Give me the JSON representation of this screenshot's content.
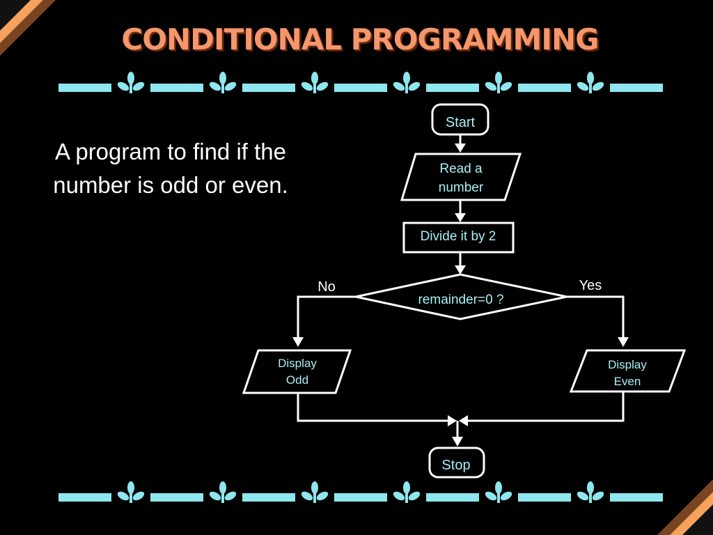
{
  "slide": {
    "title": "CONDITIONAL PROGRAMMING",
    "description": "A program to find if the number is odd or even."
  },
  "flowchart": {
    "start": "Start",
    "input": "Read a number",
    "process": "Divide it by 2",
    "decision": "remainder=0 ?",
    "branch_no": "No",
    "branch_yes": "Yes",
    "output_no": "Display Odd",
    "output_yes": "Display Even",
    "stop": "Stop"
  },
  "colors": {
    "title": "#f5966b",
    "border_ornament": "#8ee6ee",
    "flowchart_text": "#a8f0f5",
    "corner_stripe": "#f5a25d"
  },
  "icons": {
    "border_ornament": "leaf-sprig-icon",
    "corner": "diagonal-stripe-icon"
  }
}
